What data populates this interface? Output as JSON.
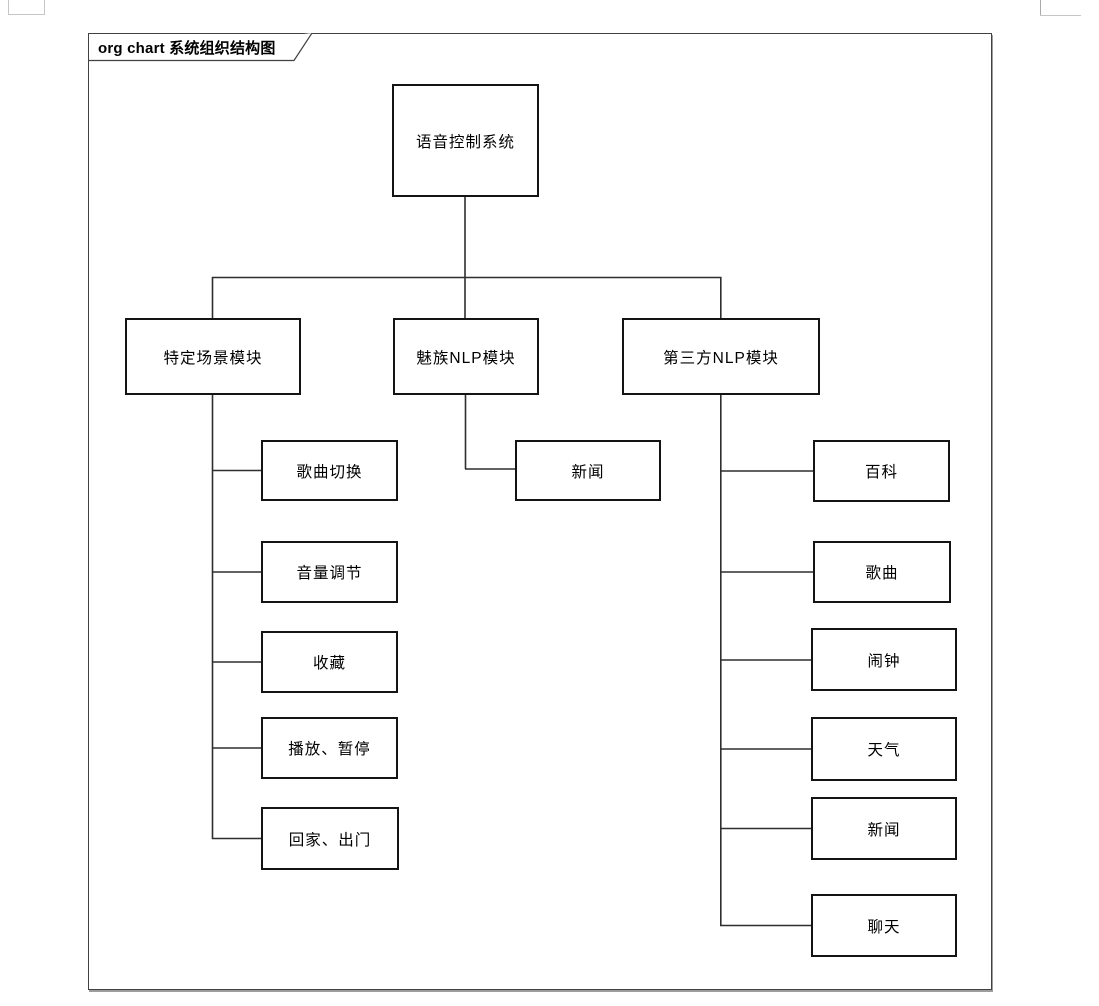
{
  "diagram": {
    "title": "org chart 系统组织结构图",
    "root": {
      "label": "语音控制系统"
    },
    "branches": [
      {
        "label": "特定场景模块",
        "children": [
          {
            "label": "歌曲切换"
          },
          {
            "label": "音量调节"
          },
          {
            "label": "收藏"
          },
          {
            "label": "播放、暂停"
          },
          {
            "label": "回家、出门"
          }
        ]
      },
      {
        "label": "魅族NLP模块",
        "children": [
          {
            "label": "新闻"
          }
        ]
      },
      {
        "label": "第三方NLP模块",
        "children": [
          {
            "label": "百科"
          },
          {
            "label": "歌曲"
          },
          {
            "label": "闹钟"
          },
          {
            "label": "天气"
          },
          {
            "label": "新闻"
          },
          {
            "label": "聊天"
          }
        ]
      }
    ],
    "colors": {
      "background": "#ffffff",
      "box_border": "#141414",
      "connector": "#2e2e2e",
      "frame_border": "#424242",
      "page_mark": "#c6c6c6"
    }
  }
}
